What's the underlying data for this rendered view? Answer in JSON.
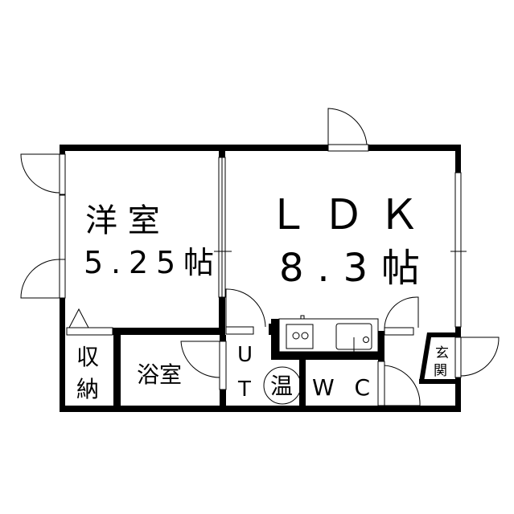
{
  "rooms": {
    "western_room": {
      "name": "洋 室",
      "size": "5.25帖"
    },
    "ldk": {
      "name": "ＬＤＫ",
      "size": "8.3帖"
    },
    "closet": {
      "line1": "収",
      "line2": "納"
    },
    "bathroom": {
      "name": "浴室"
    },
    "utility": {
      "line1": "U",
      "line2": "T"
    },
    "water_heater": {
      "name": "温"
    },
    "toilet": {
      "name": "WC"
    },
    "entrance": {
      "line1": "玄",
      "line2": "関"
    }
  },
  "colors": {
    "wall": "#000000",
    "background": "#ffffff"
  }
}
